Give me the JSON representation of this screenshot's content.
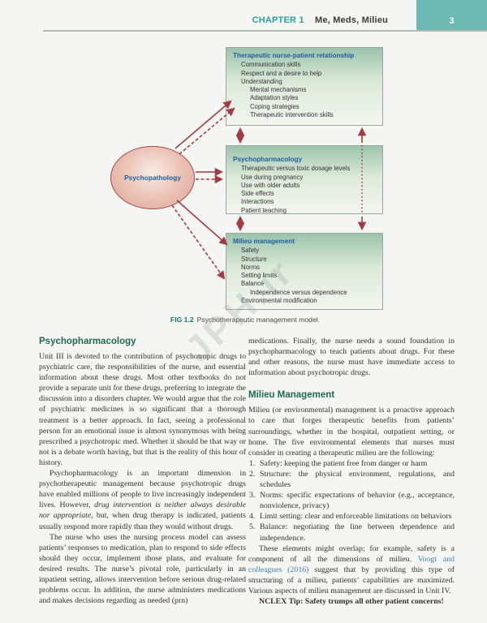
{
  "header": {
    "chapter_label": "CHAPTER 1",
    "chapter_title": "Me, Meds, Milieu",
    "page_number": "3"
  },
  "figure": {
    "ellipse_label": "Psychopathology",
    "boxes": [
      {
        "title": "Therapeutic nurse-patient relationship",
        "items": [
          "Communication skills",
          "Respect and a desire to help",
          "Understanding",
          "Mental mechanisms",
          "Adaptation styles",
          "Coping strategies",
          "Therapeutic intervention skills"
        ]
      },
      {
        "title": "Psychopharmacology",
        "items": [
          "Therapeutic versus toxic dosage levels",
          "Use during pregnancy",
          "Use with older adults",
          "Side effects",
          "Interactions",
          "Patient teaching"
        ]
      },
      {
        "title": "Milieu management",
        "items": [
          "Safety",
          "Structure",
          "Norms",
          "Setting limits",
          "Balance",
          "Independence versus dependence",
          "Environmental modification"
        ]
      }
    ],
    "caption_label": "FIG 1.2",
    "caption_text": "Psychotherapeutic management model."
  },
  "watermark": "JPH.ir",
  "article": {
    "left": {
      "heading": "Psychopharmacology",
      "p1": "Unit III is devoted to the contribution of psychotropic drugs to psychiatric care, the responsibilities of the nurse, and essential information about these drugs. Most other textbooks do not provide a separate unit for these drugs, preferring to integrate the discussion into a disorders chapter. We would argue that the role of psychiatric medicines is so significant that a thorough treatment is a better approach. In fact, seeing a professional person for an emotional issue is almost synonymous with being prescribed a psychotropic med. Whether it should be that way or not is a debate worth having, but that is the reality of this hour of history.",
      "p2_seg1": "Psychopharmacology is an important dimension in psychotherapeutic management because psychotropic drugs have enabled millions of people to live increasingly independent lives. However, ",
      "p2_italic": "drug intervention is neither always desirable nor appropriate",
      "p2_seg2": ", but, when drug therapy is indicated, patients usually respond more rapidly than they would without drugs.",
      "p3": "The nurse who uses the nursing process model can assess patients’ responses to medication, plan to respond to side effects should they occur, implement those plans, and evaluate for desired results. The nurse’s pivotal role, particularly in an inpatient setting, allows intervention before serious drug-related problems occur. In addition, the nurse administers medications and makes decisions regarding as needed (prn)"
    },
    "right": {
      "p1": "medications. Finally, the nurse needs a sound foundation in psychopharmacology to teach patients about drugs. For these and other reasons, the nurse must have immediate access to information about psychotropic drugs.",
      "heading": "Milieu Management",
      "p2": "Milieu (or environmental) management is a proactive approach to care that forges therapeutic benefits from patients’ surroundings, whether in the hospital, outpatient setting, or home. The five environmental elements that nurses must consider in creating a therapeutic milieu are the following:",
      "list": [
        "Safety: keeping the patient free from danger or harm",
        "Structure: the physical environment, regulations, and schedules",
        "Norms: specific expectations of behavior (e.g., acceptance, nonviolence, privacy)",
        "Limit setting: clear and enforceable limitations on behaviors",
        "Balance: negotiating the line between dependence and independence."
      ],
      "p3_seg1": "These elements might overlap; for example, safety is a component of all the dimensions of milieu. ",
      "p3_link": "Voogt and colleagues (2016)",
      "p3_seg2": " suggest that by providing this type of structuring of a milieu, patients’ capabilities are maximized. Various aspects of milieu management are discussed in Unit IV.",
      "tip": "NCLEX Tip: Safety trumps all other patient concerns!"
    }
  },
  "colors": {
    "accent_teal": "#2aa29b",
    "page_tab_teal": "#6cb9b4",
    "heading_green": "#1c6b52",
    "box_title_blue": "#1d5e9e",
    "arrow_maroon": "#a03c42",
    "link_blue": "#3f7cba"
  }
}
